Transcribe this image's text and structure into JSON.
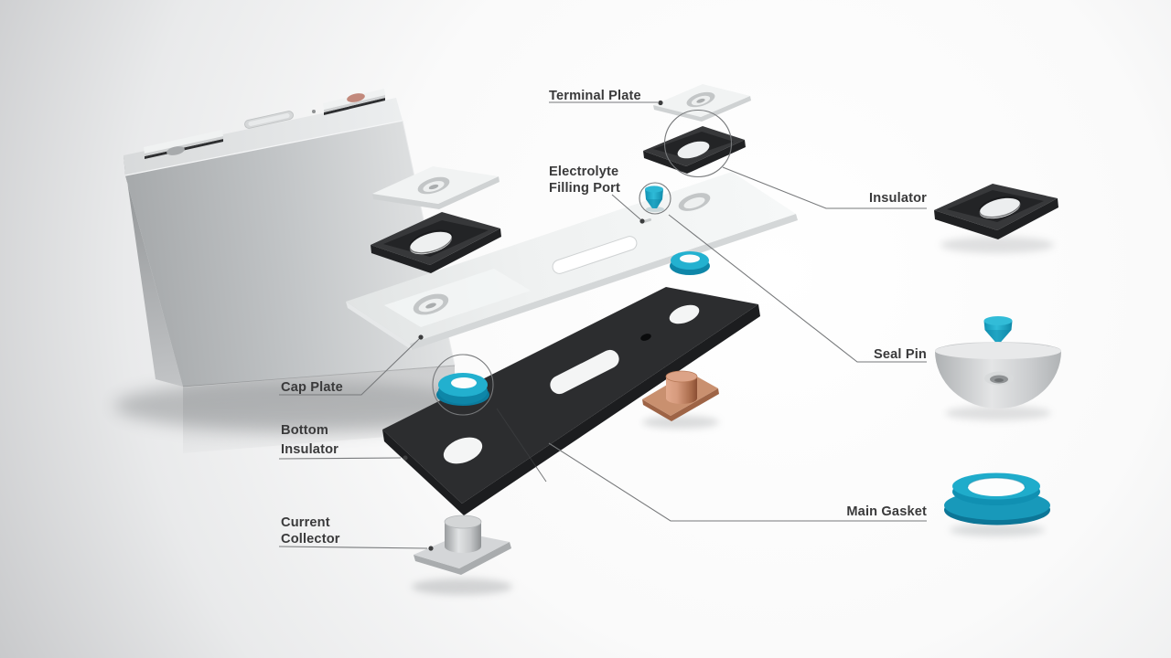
{
  "labels": {
    "terminal_plate": "Terminal Plate",
    "electrolyte": {
      "line1": "Electrolyte",
      "line2": "Filling Port"
    },
    "insulator": "Insulator",
    "seal_pin": "Seal Pin",
    "cap_plate": "Cap Plate",
    "bottom_insulator": {
      "line1": "Bottom",
      "line2": "Insulator"
    },
    "current_collector": {
      "line1": "Current",
      "line2": "Collector"
    },
    "main_gasket": "Main Gasket"
  },
  "colors": {
    "accent_teal": "#1ca9c9",
    "teal_dark": "#0e86a8",
    "copper": "#c08468",
    "part_dark": "#2c2d2f",
    "metal_light": "#e4e6e7",
    "label_text": "#3a3a3b",
    "leader_line": "#77797b"
  }
}
